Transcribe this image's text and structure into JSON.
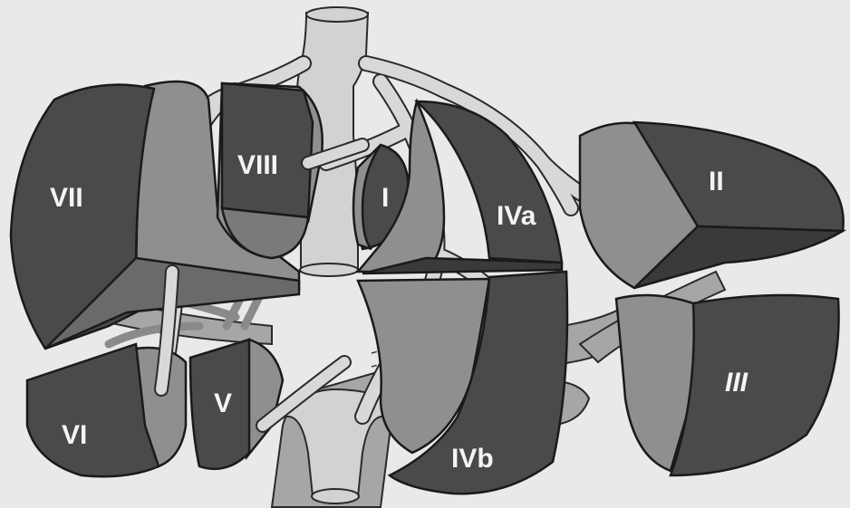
{
  "figure": {
    "colors": {
      "background": "#e9e9e9",
      "segment_front": "#4a4a4a",
      "segment_side": "#8f8f8f",
      "vessel": "#d2d2d2",
      "vessel_outline": "#2a2a2a",
      "portal": "#a6a6a6",
      "label": "#f4f4f4"
    },
    "segments": [
      {
        "id": "seg-vii",
        "label": "VII"
      },
      {
        "id": "seg-viii",
        "label": "VIII"
      },
      {
        "id": "seg-i",
        "label": "I"
      },
      {
        "id": "seg-iva",
        "label": "IVa"
      },
      {
        "id": "seg-ii",
        "label": "II"
      },
      {
        "id": "seg-iii",
        "label": "III"
      },
      {
        "id": "seg-vi",
        "label": "VI"
      },
      {
        "id": "seg-v",
        "label": "V"
      },
      {
        "id": "seg-ivb",
        "label": "IVb"
      }
    ]
  }
}
